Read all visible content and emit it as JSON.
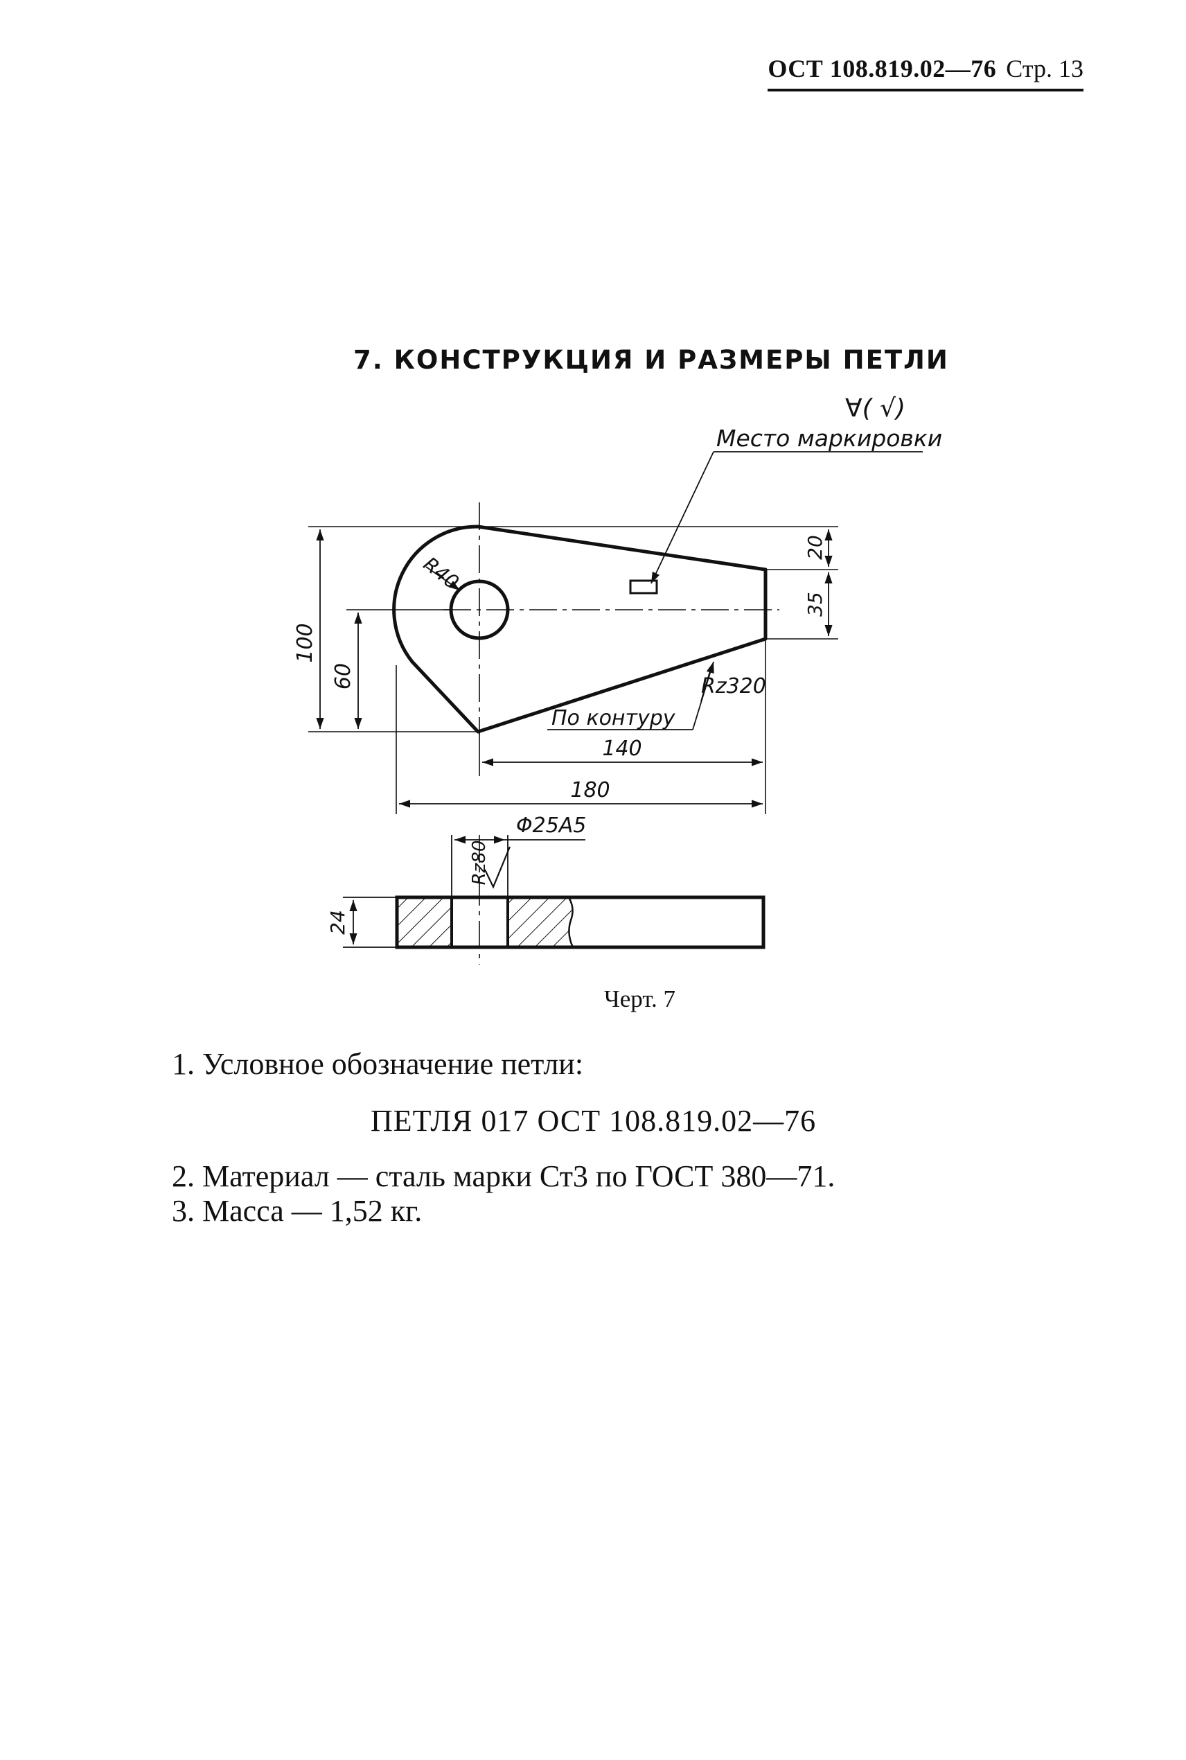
{
  "header": {
    "standard_code": "ОСТ 108.819.02—76",
    "page_label": "Стр. 13"
  },
  "section_title": "7. КОНСТРУКЦИЯ И РАЗМЕРЫ ПЕТЛИ",
  "drawing": {
    "surface_roughness_symbol": "∀( √)",
    "marking_place_label": "Место маркировки",
    "contour_label": "По контуру",
    "radius_label": "R40",
    "roughness_contour_label": "Rz320",
    "roughness_hole_label": "Rz80",
    "hole_diameter_label": "Φ25A5",
    "dimensions": {
      "overall_height": "100",
      "hole_center_height": "60",
      "right_top_offset": "20",
      "right_lower_offset": "35",
      "bottom_length": "140",
      "overall_length": "180",
      "thickness": "24"
    }
  },
  "caption": "Черт. 7",
  "notes": {
    "item1": "1. Условное обозначение петли:",
    "designation": "ПЕТЛЯ 017 ОСТ 108.819.02—76",
    "item2": "2. Материал — сталь марки Ст3 по ГОСТ 380—71.",
    "item3": "3. Масса — 1,52 кг."
  }
}
